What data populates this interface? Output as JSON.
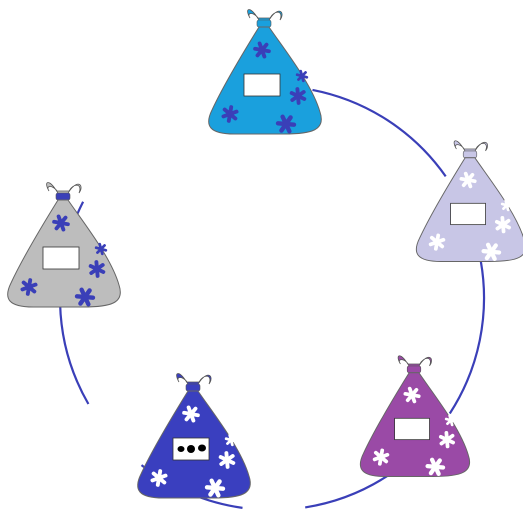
{
  "diagram": {
    "type": "cycle",
    "ring_color": "#3a3fb8",
    "bags": [
      {
        "id": "top",
        "color": "#1aa0dd",
        "tie_color": "#1aa0dd",
        "star_color": "#3a3fb8",
        "label": "",
        "has_dots": false
      },
      {
        "id": "right",
        "color": "#c8c6e6",
        "tie_color": "#c8c6e6",
        "star_color": "#ffffff",
        "label": "",
        "has_dots": false
      },
      {
        "id": "bottom-right",
        "color": "#9a4aa6",
        "tie_color": "#9a4aa6",
        "star_color": "#ffffff",
        "label": "",
        "has_dots": false
      },
      {
        "id": "bottom-left",
        "color": "#3a3fbf",
        "tie_color": "#3a3fbf",
        "star_color": "#ffffff",
        "label": "",
        "has_dots": true
      },
      {
        "id": "left",
        "color": "#bdbdbd",
        "tie_color": "#3a3fb8",
        "star_color": "#3a3fb8",
        "label": "",
        "has_dots": false
      }
    ]
  }
}
